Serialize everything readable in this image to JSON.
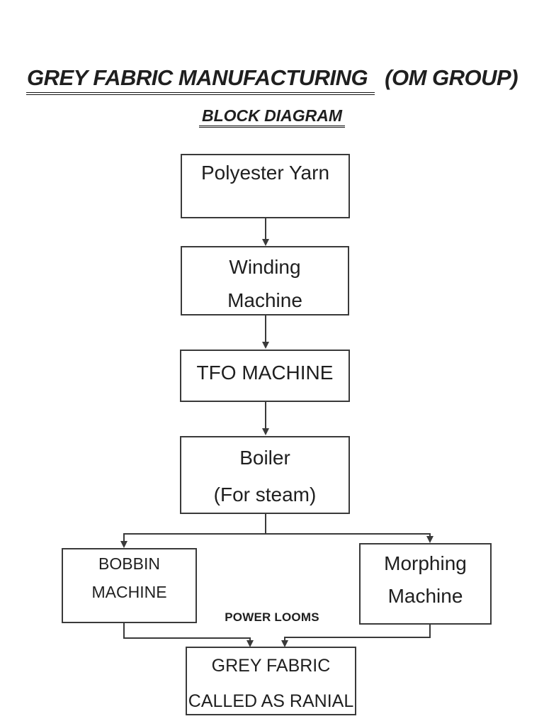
{
  "header": {
    "title_main": "GREY FABRIC MANUFACTURING",
    "title_suffix": "(OM GROUP)",
    "subtitle": "BLOCK DIAGRAM"
  },
  "diagram": {
    "type": "flowchart-block-diagram",
    "nodes": [
      {
        "id": "polyester-yarn",
        "line1": "Polyester Yarn",
        "line2": ""
      },
      {
        "id": "winding-machine",
        "line1": "Winding",
        "line2": "Machine"
      },
      {
        "id": "tfo-machine",
        "line1": "TFO MACHINE",
        "line2": ""
      },
      {
        "id": "boiler",
        "line1": "Boiler",
        "line2": "(For steam)"
      },
      {
        "id": "bobbin-machine",
        "line1": "BOBBIN",
        "line2": "MACHINE"
      },
      {
        "id": "morphing-machine",
        "line1": "Morphing",
        "line2": "Machine"
      },
      {
        "id": "grey-fabric",
        "line1": "GREY FABRIC",
        "line2": "CALLED AS RANIAL"
      }
    ],
    "edge_label": "POWER LOOMS",
    "flow": [
      "Polyester Yarn -> Winding Machine",
      "Winding Machine -> TFO MACHINE",
      "TFO MACHINE -> Boiler (For steam)",
      "Boiler (For steam) -> BOBBIN MACHINE",
      "Boiler (For steam) -> Morphing Machine",
      "BOBBIN MACHINE -> GREY FABRIC CALLED AS RANIAL",
      "Morphing Machine -> GREY FABRIC CALLED AS RANIAL"
    ]
  },
  "colors": {
    "ink": "#1f1f1f",
    "line": "#3a3a3a",
    "background": "#ffffff"
  }
}
